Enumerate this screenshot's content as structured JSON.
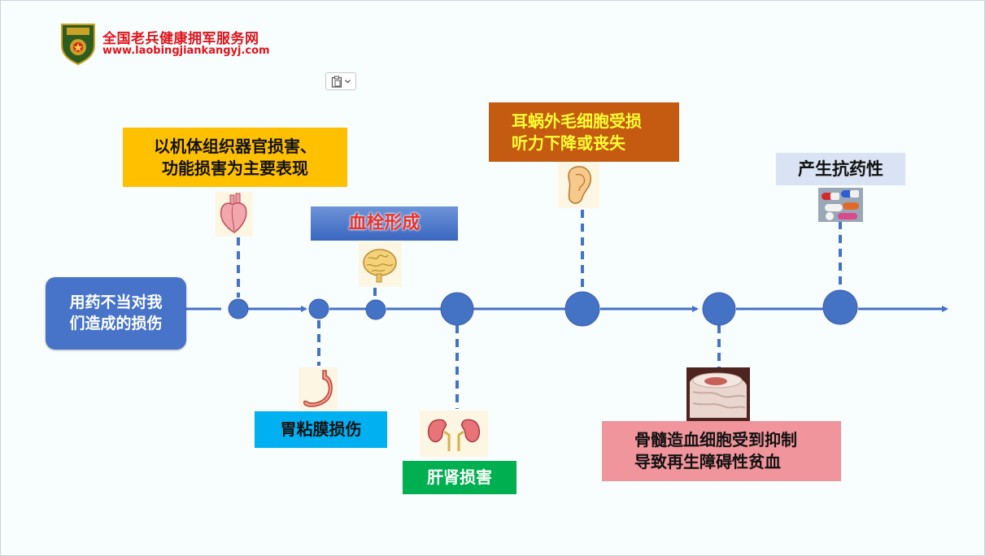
{
  "logo": {
    "title": "全国老兵健康拥军服务网",
    "url": "www.laobingjiankangyj.com"
  },
  "start_node": {
    "text_line1": "用药不当对我",
    "text_line2": "们造成的损伤"
  },
  "callouts": {
    "organ": {
      "line1": "以机体组织器官损害、",
      "line2": "功能损害为主要表现",
      "color": "#ffc000"
    },
    "thrombus": {
      "label": "血栓形成",
      "color": "#4472c4"
    },
    "ear": {
      "line1": "耳蜗外毛细胞受损",
      "line2": "听力下降或丧失",
      "color": "#c55a11"
    },
    "resistance": {
      "label": "产生抗药性",
      "color": "#dae3f3"
    },
    "stomach": {
      "label": "胃粘膜损伤",
      "color": "#00b0f0"
    },
    "liver_kidney": {
      "label": "肝肾损害",
      "color": "#00b050"
    },
    "marrow": {
      "line1": "骨髓造血细胞受到抑制",
      "line2": "导致再生障碍性贫血",
      "color": "#f0959b"
    }
  },
  "icons": [
    "heart-icon",
    "brain-icon",
    "ear-icon",
    "pills-icon",
    "stomach-icon",
    "kidney-icon",
    "bone-marrow-image"
  ],
  "colors": {
    "timeline": "#4472c4",
    "node": "#4472c4",
    "logo_red": "#e0141b"
  }
}
